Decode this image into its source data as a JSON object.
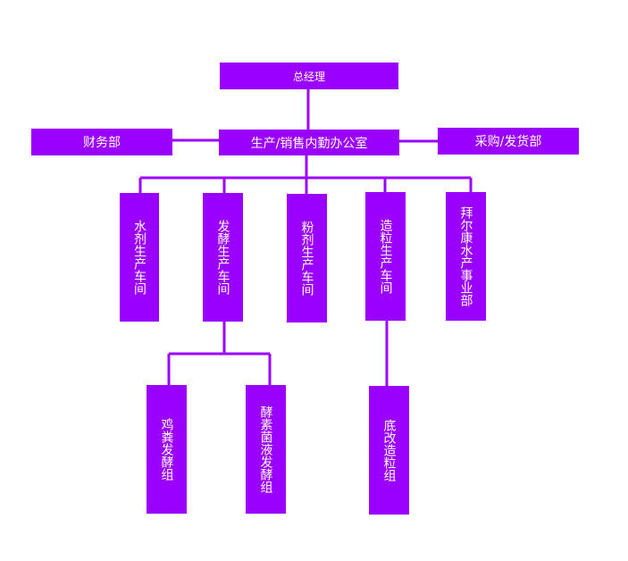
{
  "colors": {
    "box": "#9900ff",
    "line": "#9900ff",
    "text": "#ffffff"
  },
  "org": {
    "top": "总经理",
    "office": "生产/销售内勤办公室",
    "finance": "财务部",
    "purchasing": "采购/发货部",
    "workshops": {
      "water": "水剂生产车间",
      "ferment": "发酵生产车间",
      "powder": "粉剂生产车间",
      "granule": "造粒生产车间",
      "baierkang": "拜尔康水产事业部"
    },
    "groups": {
      "chicken_manure": "鸡粪发酵组",
      "enzyme": "酵素菌液发酵组",
      "bottom_granule": "底改造粒组"
    }
  }
}
